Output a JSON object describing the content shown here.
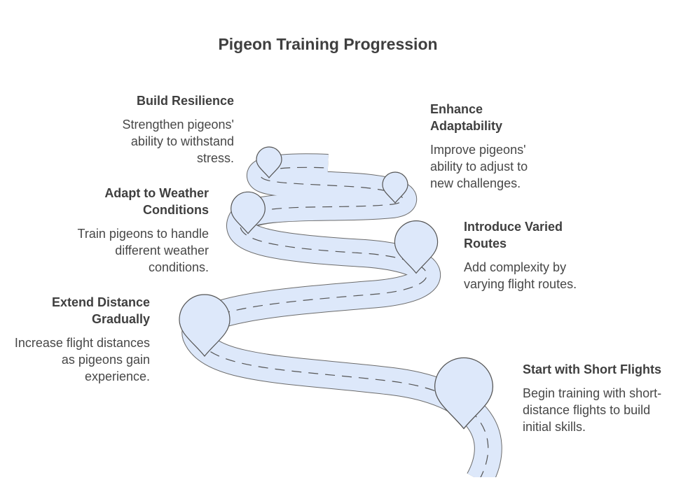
{
  "title": "Pigeon Training Progression",
  "colors": {
    "road_fill": "#dde8fa",
    "road_stroke": "#6b6b6b",
    "marker_fill": "#dde8fa",
    "marker_stroke": "#555555",
    "text": "#444444"
  },
  "steps": [
    {
      "heading": "Build Resilience",
      "description": "Strengthen pigeons' ability to withstand stress."
    },
    {
      "heading": "Enhance Adaptability",
      "description": "Improve pigeons' ability to adjust to new challenges."
    },
    {
      "heading": "Adapt to Weather Conditions",
      "description": "Train pigeons to handle different weather conditions."
    },
    {
      "heading": "Introduce Varied Routes",
      "description": "Add complexity by varying flight routes."
    },
    {
      "heading": "Extend Distance Gradually",
      "description": "Increase flight distances as pigeons gain experience."
    },
    {
      "heading": "Start with Short Flights",
      "description": "Begin training with short-distance flights to build initial skills."
    }
  ]
}
